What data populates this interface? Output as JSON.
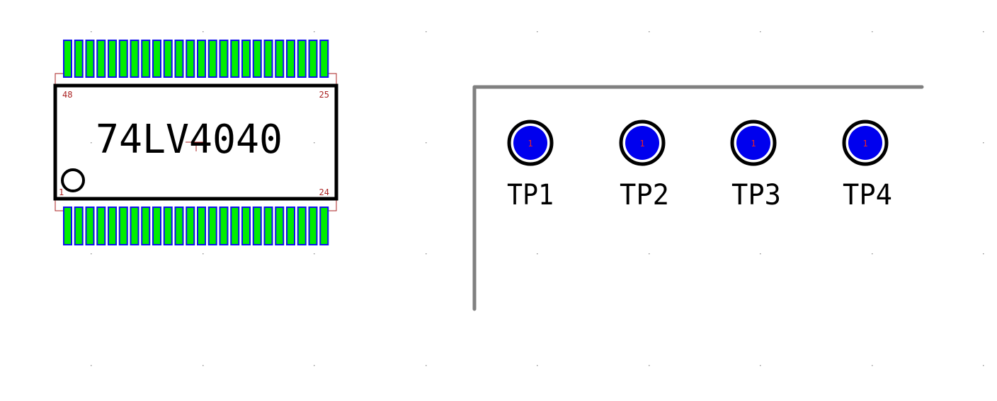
{
  "canvas": {
    "background_color": "#ffffff",
    "grid_dot_color": "#9a9a9a"
  },
  "ic": {
    "reference": "74LV4040",
    "pin_count": 48,
    "pins_per_side": 24,
    "pin_labels": {
      "top_left": "48",
      "top_right": "25",
      "bottom_left": "1",
      "bottom_right": "24"
    },
    "pad_fill_color": "#00ee00",
    "pad_stroke_color": "#1010ee",
    "body_stroke_color": "#000000",
    "courtyard_color": "#aa2222"
  },
  "test_points": [
    {
      "label": "TP1",
      "pad_number": "1"
    },
    {
      "label": "TP2",
      "pad_number": "1"
    },
    {
      "label": "TP3",
      "pad_number": "1"
    },
    {
      "label": "TP4",
      "pad_number": "1"
    }
  ],
  "test_point_style": {
    "pad_fill_color": "#0000ee",
    "ring_color": "#000000",
    "pad_number_color": "#ee2222"
  },
  "board_edge": {
    "color": "#808080"
  }
}
